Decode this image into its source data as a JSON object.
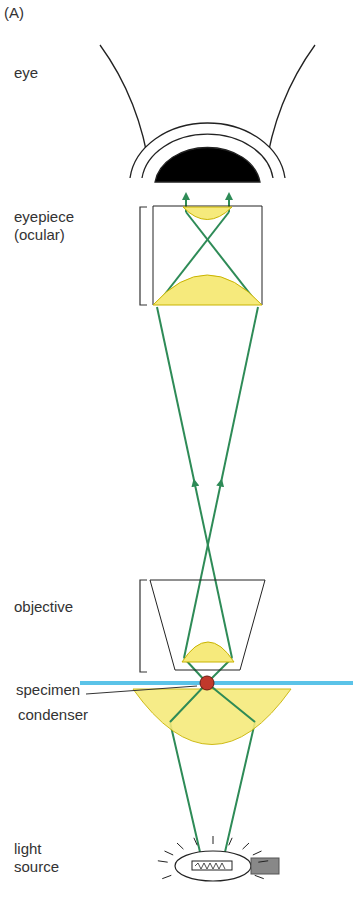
{
  "diagram": {
    "labels": [
      "(A)",
      "eye",
      "eyepiece (ocular)",
      "objective",
      "specimen",
      "condenser",
      "light source"
    ]
  }
}
